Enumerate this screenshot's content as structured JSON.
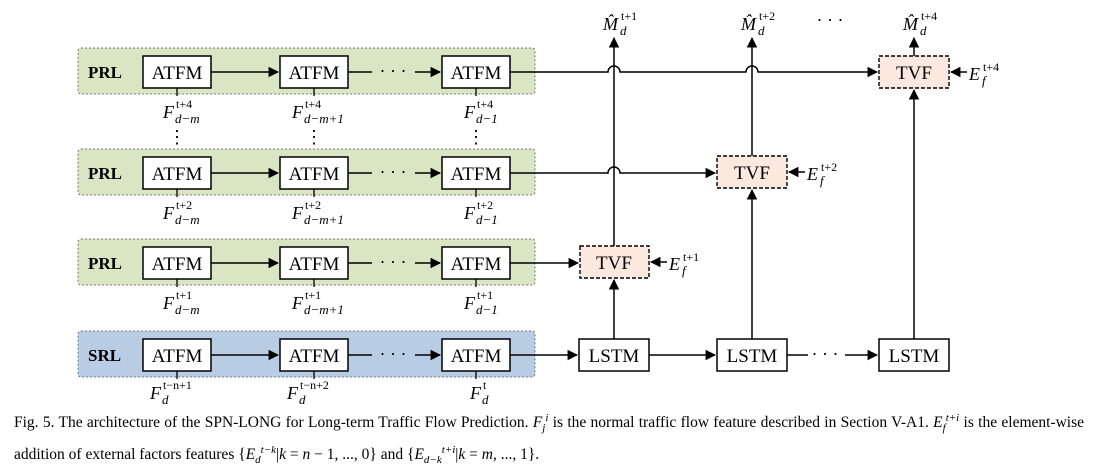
{
  "diagram": {
    "layer_labels": {
      "prl": "PRL",
      "srl": "SRL"
    },
    "atfm_label": "ATFM",
    "tvf_label": "TVF",
    "lstm_label": "LSTM",
    "dots": "· · ·",
    "vdots": "⋮",
    "colors": {
      "prl_fill": "#d9e5c3",
      "srl_fill": "#b8cce4",
      "tvf_fill": "#fbe9df"
    },
    "rows": [
      {
        "label": "PRL",
        "features": [
          "F_{d−m}^{t+4}",
          "F_{d−m+1}^{t+4}",
          "F_{d−1}^{t+4}"
        ]
      },
      {
        "label": "PRL",
        "features": [
          "F_{d−m}^{t+2}",
          "F_{d−m+1}^{t+2}",
          "F_{d−1}^{t+2}"
        ]
      },
      {
        "label": "PRL",
        "features": [
          "F_{d−m}^{t+1}",
          "F_{d−m+1}^{t+1}",
          "F_{d−1}^{t+1}"
        ]
      },
      {
        "label": "SRL",
        "features": [
          "F_d^{t−n+1}",
          "F_d^{t−n+2}",
          "F_d^t"
        ]
      }
    ],
    "outputs": [
      "M̂_d^{t+1}",
      "M̂_d^{t+2}",
      "M̂_d^{t+4}"
    ],
    "external_factors": [
      "E_f^{t+4}",
      "E_f^{t+2}",
      "E_f^{t+1}"
    ]
  },
  "caption": {
    "fig_label": "Fig. 5.",
    "text_1": "The architecture of the SPN-LONG for Long-term Traffic Flow Prediction.",
    "text_2": "is the normal traffic flow feature described in Section V-A1.",
    "text_3": "is the element-wise addition of external factors features",
    "text_4": "and"
  }
}
